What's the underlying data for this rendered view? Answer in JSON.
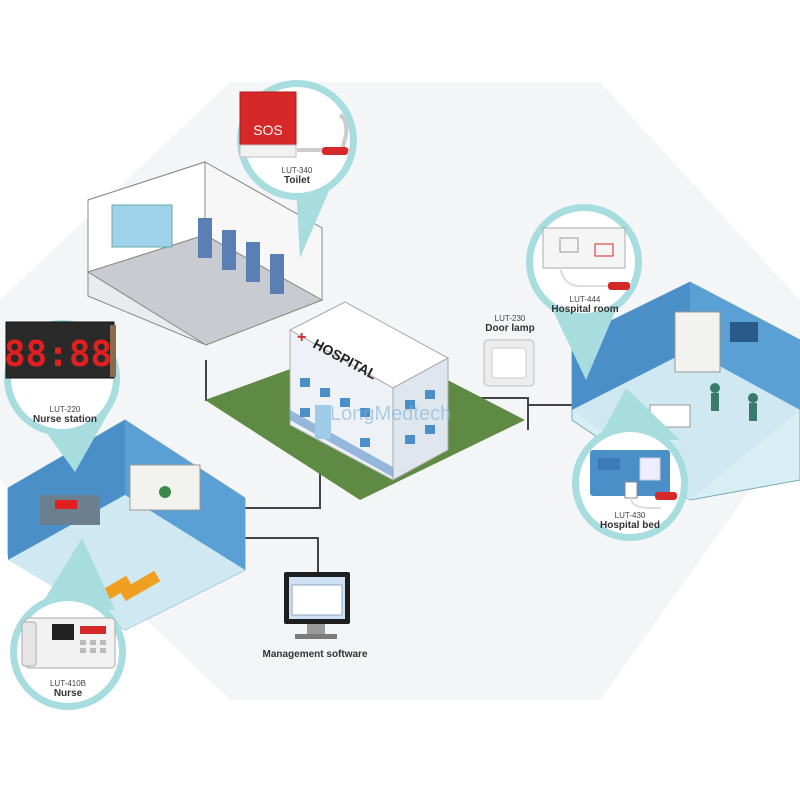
{
  "watermark": "LongMedtech",
  "hospital_sign": "HOSPITAL",
  "colors": {
    "accent_teal": "#a8dde0",
    "wall_blue": "#4a8fc8",
    "grass": "#5e8a44",
    "sos_red": "#d62828",
    "display_red": "#e02020"
  },
  "devices": {
    "toilet": {
      "model": "LUT-340",
      "name": "Toilet",
      "button": "SOS",
      "icon": "sos-pull-cord-icon"
    },
    "hospital_room": {
      "model": "LUT-444",
      "name": "Hospital room",
      "icon": "wall-call-unit-icon"
    },
    "door_lamp": {
      "model": "LUT-230",
      "name": "Door lamp",
      "icon": "door-lamp-icon"
    },
    "nurse_station": {
      "model": "LUT-220",
      "name": "Nurse station",
      "display": "88:88",
      "icon": "led-display-icon"
    },
    "hospital_bed": {
      "model": "LUT-430",
      "name": "Hospital bed",
      "icon": "bedside-unit-icon"
    },
    "nurse": {
      "model": "LUT-410B",
      "name": "Nurse",
      "icon": "nurse-master-phone-icon"
    },
    "software": {
      "name": "Management software",
      "icon": "monitor-icon"
    }
  }
}
